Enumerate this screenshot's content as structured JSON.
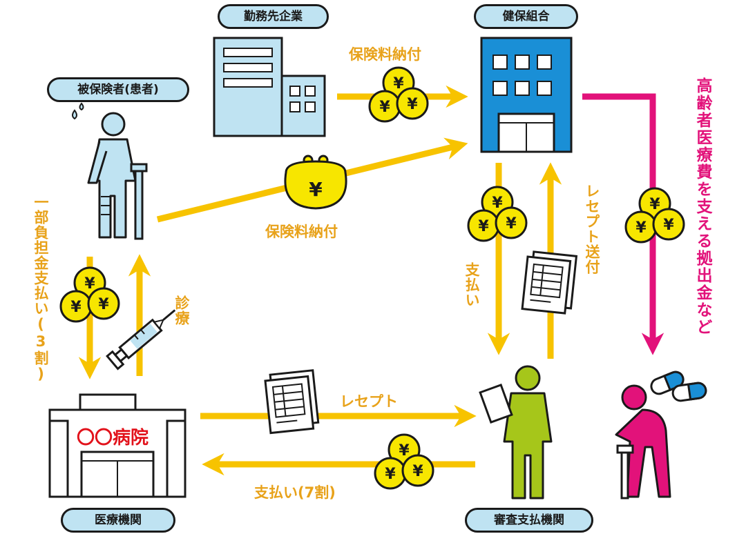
{
  "entities": {
    "employer": "勤務先企業",
    "insurer": "健保組合",
    "insured": "被保険者(患者)",
    "medical": "医療機関",
    "review": "審査支払機関",
    "hospital_sign": "〇〇病院"
  },
  "flows": {
    "premium_employer": "保険料納付",
    "premium_insured": "保険料納付",
    "copay": "一部負担金支払い(3割)",
    "treatment": "診療",
    "receipt": "レセプト",
    "payment_70": "支払い(7割)",
    "payment": "支払い",
    "receipt_send": "レセプト送付",
    "elderly": "高齢者医療費を支える拠出金など"
  },
  "symbols": {
    "yen": "¥"
  },
  "colors": {
    "arrow": "#f7c300",
    "label": "#e8a21a",
    "pink": "#e2127a",
    "building_blue": "#1a8fd6",
    "person_blue": "#bfe3f2",
    "person_green": "#a6c61a",
    "person_pink": "#e2127a",
    "coin": "#f7e600"
  }
}
